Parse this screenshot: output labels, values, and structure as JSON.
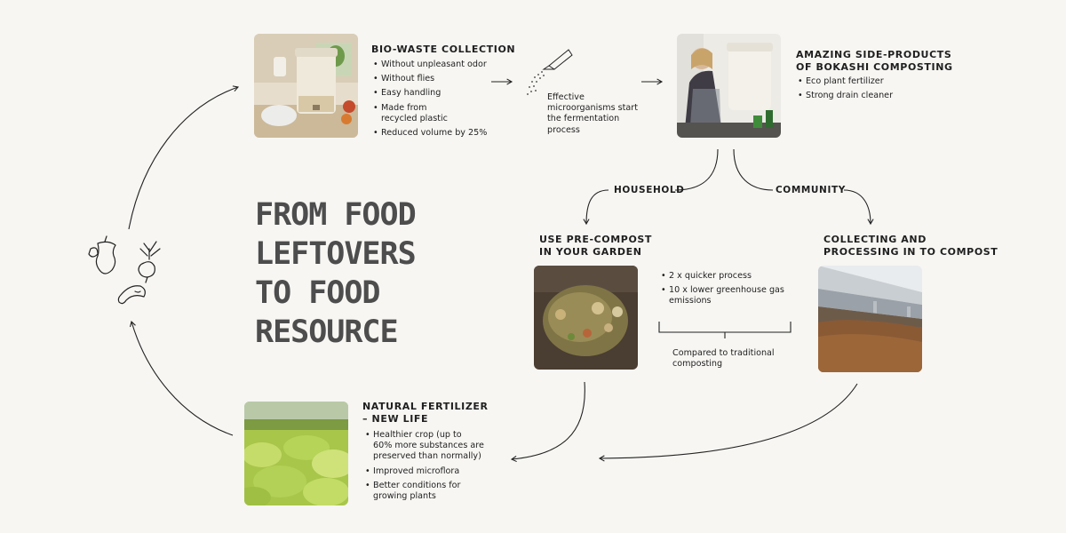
{
  "title": "FROM FOOD\nLEFTOVERS\nTO FOOD\nRESOURCE",
  "collection": {
    "heading": "BIO-WASTE COLLECTION",
    "items": [
      "Without unpleasant odor",
      "Without flies",
      "Easy handling",
      "Made from\nrecycled plastic",
      "Reduced volume by 25%"
    ]
  },
  "fermentation": {
    "text": "Effective\nmicroorganisms start\nthe fermentation\nprocess"
  },
  "sideproducts": {
    "heading": "AMAZING SIDE-PRODUCTS\nOF BOKASHI COMPOSTING",
    "items": [
      "Eco plant fertilizer",
      "Strong drain cleaner"
    ]
  },
  "branches": {
    "household": "HOUSEHOLD",
    "community": "COMMUNITY"
  },
  "garden": {
    "heading": "USE PRE-COMPOST\nIN YOUR GARDEN"
  },
  "comparison": {
    "items": [
      "2 x quicker process",
      "10 x lower greenhouse gas\nemissions"
    ],
    "note": "Compared to traditional\ncomposting"
  },
  "processing": {
    "heading": "COLLECTING AND\nPROCESSING IN TO COMPOST"
  },
  "fertilizer": {
    "heading": "NATURAL FERTILIZER\n– NEW LIFE",
    "items": [
      "Healthier crop (up to\n60% more substances are\npreserved than normally)",
      "Improved microflora",
      "Better conditions for\ngrowing plants"
    ]
  },
  "icons": {
    "collection_photo": "bokashi-bin-photo",
    "side_photo": "woman-with-bin-photo",
    "garden_photo": "pre-compost-photo",
    "processing_photo": "compost-heap-photo",
    "fertilizer_photo": "cabbage-field-photo",
    "pour": "pouring-spray-icon",
    "leftovers": "food-leftovers-icon"
  }
}
